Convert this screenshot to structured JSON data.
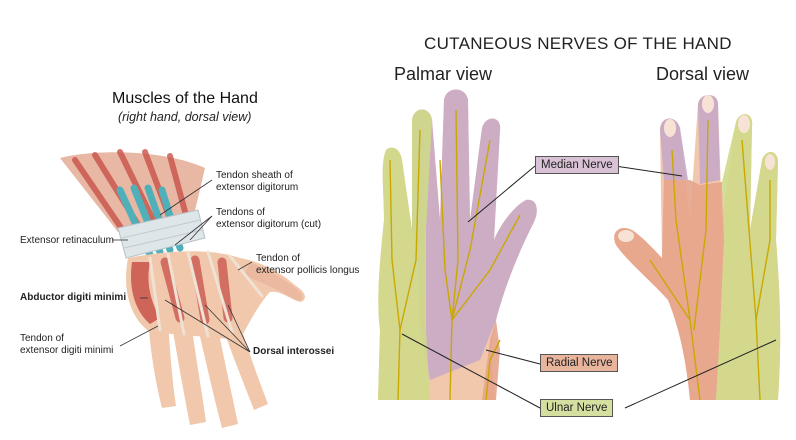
{
  "left_figure": {
    "title": "Muscles of the Hand",
    "subtitle": "(right hand, dorsal view)",
    "labels": [
      {
        "id": "tendon-sheath",
        "lines": [
          "Tendon sheath of",
          "extensor digitorum"
        ],
        "bold": false
      },
      {
        "id": "tendons-cut",
        "lines": [
          "Tendons of",
          "extensor digitorum (cut)"
        ],
        "bold": false
      },
      {
        "id": "extensor-retinaculum",
        "lines": [
          "Extensor retinaculum"
        ],
        "bold": false
      },
      {
        "id": "tendon-pollicis",
        "lines": [
          "Tendon of",
          "extensor pollicis longus"
        ],
        "bold": false
      },
      {
        "id": "abductor",
        "lines": [
          "Abductor digiti minimi"
        ],
        "bold": true
      },
      {
        "id": "tendon-minimi",
        "lines": [
          "Tendon of",
          "extensor digiti minimi"
        ],
        "bold": false
      },
      {
        "id": "dorsal-interossei",
        "lines": [
          "Dorsal interossei"
        ],
        "bold": true
      }
    ]
  },
  "right_figure": {
    "title": "CUTANEOUS NERVES OF THE HAND",
    "palmar_label": "Palmar view",
    "dorsal_label": "Dorsal view",
    "nerves": [
      {
        "id": "median",
        "name": "Median Nerve",
        "color": "#d9c2d6"
      },
      {
        "id": "radial",
        "name": "Radial Nerve",
        "color": "#e8b49c"
      },
      {
        "id": "ulnar",
        "name": "Ulnar Nerve",
        "color": "#d4dfa0"
      }
    ]
  },
  "colors": {
    "skin": "#f1c8ac",
    "skin_dark": "#d98f7a",
    "muscle": "#c9524a",
    "tendon": "#e9d6c4",
    "sheath": "#4fb0ba",
    "nerve_line": "#c9a800",
    "median_area": "#c6a8c7",
    "radial_area": "#e6a48b",
    "ulnar_area": "#cfd98a"
  }
}
